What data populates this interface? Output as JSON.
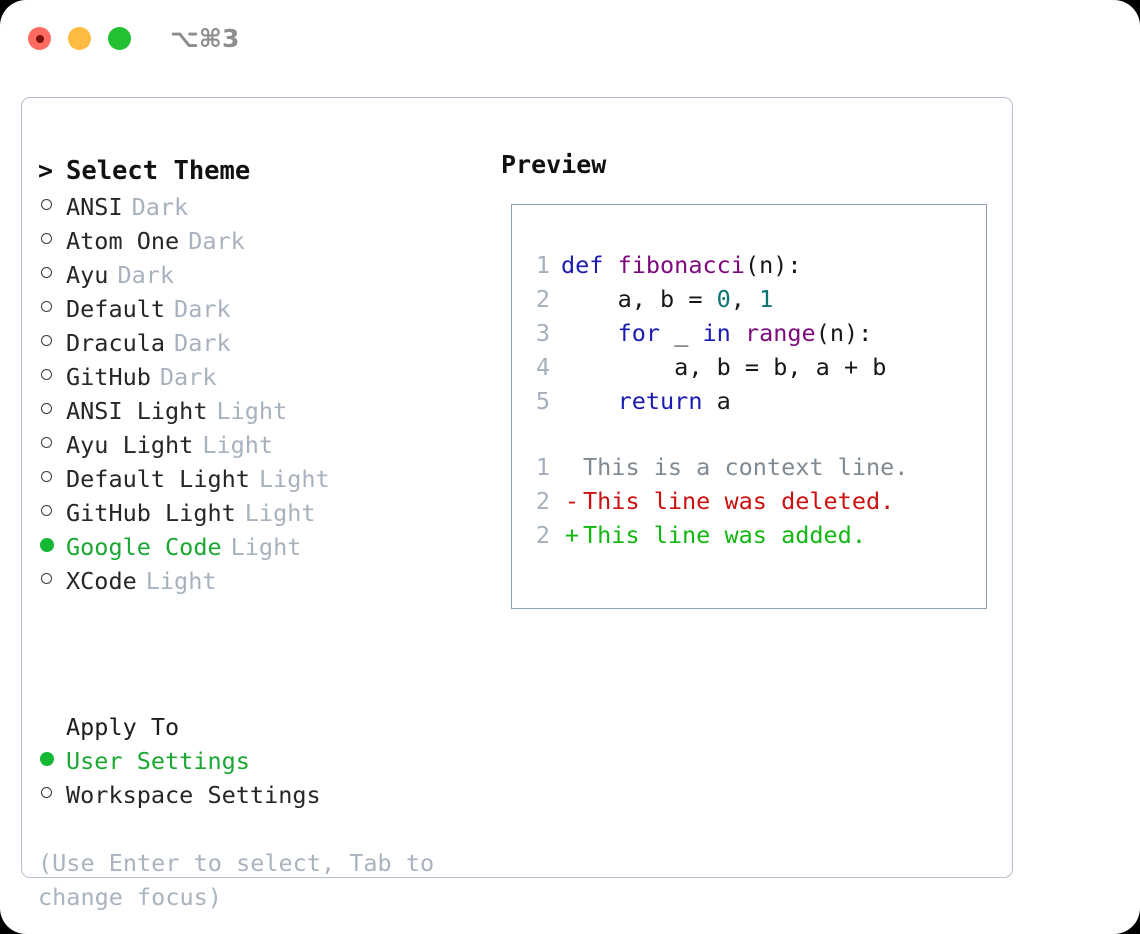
{
  "window": {
    "title": "⌥⌘3",
    "traffic_lights": [
      {
        "name": "close",
        "color": "#ff6b60"
      },
      {
        "name": "minimize",
        "color": "#fdbc40"
      },
      {
        "name": "maximize",
        "color": "#24c033"
      }
    ]
  },
  "theme_picker": {
    "header": "Select Theme",
    "header_marker": ">",
    "marker_selected": "●",
    "marker_unselected": "○",
    "themes": [
      {
        "name": "ANSI",
        "variant": "Dark",
        "selected": false
      },
      {
        "name": "Atom One",
        "variant": "Dark",
        "selected": false
      },
      {
        "name": "Ayu",
        "variant": "Dark",
        "selected": false
      },
      {
        "name": "Default",
        "variant": "Dark",
        "selected": false
      },
      {
        "name": "Dracula",
        "variant": "Dark",
        "selected": false
      },
      {
        "name": "GitHub",
        "variant": "Dark",
        "selected": false
      },
      {
        "name": "ANSI Light",
        "variant": "Light",
        "selected": false
      },
      {
        "name": "Ayu Light",
        "variant": "Light",
        "selected": false
      },
      {
        "name": "Default Light",
        "variant": "Light",
        "selected": false
      },
      {
        "name": "GitHub Light",
        "variant": "Light",
        "selected": false
      },
      {
        "name": "Google Code",
        "variant": "Light",
        "selected": true
      },
      {
        "name": "XCode",
        "variant": "Light",
        "selected": false
      }
    ]
  },
  "apply_to": {
    "header": "Apply To",
    "options": [
      {
        "name": "User Settings",
        "selected": true
      },
      {
        "name": "Workspace Settings",
        "selected": false
      }
    ]
  },
  "hint": "(Use Enter to select, Tab to change focus)",
  "preview": {
    "title": "Preview",
    "code_lines": [
      {
        "number": "1",
        "tokens": [
          {
            "text": "def ",
            "kind": "kw"
          },
          {
            "text": "fibonacci",
            "kind": "fn"
          },
          {
            "text": "(n):",
            "kind": "punct"
          }
        ]
      },
      {
        "number": "2",
        "tokens": [
          {
            "text": "    a, b = ",
            "kind": "plain"
          },
          {
            "text": "0",
            "kind": "num"
          },
          {
            "text": ", ",
            "kind": "plain"
          },
          {
            "text": "1",
            "kind": "num"
          }
        ]
      },
      {
        "number": "3",
        "tokens": [
          {
            "text": "    ",
            "kind": "plain"
          },
          {
            "text": "for",
            "kind": "kw"
          },
          {
            "text": " _ ",
            "kind": "plain"
          },
          {
            "text": "in",
            "kind": "kw"
          },
          {
            "text": " ",
            "kind": "plain"
          },
          {
            "text": "range",
            "kind": "fn"
          },
          {
            "text": "(n):",
            "kind": "punct"
          }
        ]
      },
      {
        "number": "4",
        "tokens": [
          {
            "text": "        a, b = b, a + b",
            "kind": "plain"
          }
        ]
      },
      {
        "number": "5",
        "tokens": [
          {
            "text": "    ",
            "kind": "plain"
          },
          {
            "text": "return",
            "kind": "kw"
          },
          {
            "text": " a",
            "kind": "plain"
          }
        ]
      }
    ],
    "diff_lines": [
      {
        "number": "1",
        "sign": "",
        "text": "This is a context line.",
        "kind": "context"
      },
      {
        "number": "2",
        "sign": "-",
        "text": "This line was deleted.",
        "kind": "removed"
      },
      {
        "number": "2",
        "sign": "+",
        "text": "This line was added.",
        "kind": "added"
      }
    ]
  },
  "colors": {
    "keyword": "#1b1bb3",
    "function": "#7d0a7d",
    "number": "#0b7373",
    "plain": "#171717",
    "gutter": "#a6b0bd",
    "diff_context": "#808a93",
    "diff_removed": "#cc1111",
    "diff_added": "#12b812",
    "selected_green": "#1aa832",
    "variant_gray": "#a8b2bf",
    "hint_gray": "#aab3c0",
    "panel_border": "#b6bfcd",
    "preview_border": "#8fa0b5"
  }
}
